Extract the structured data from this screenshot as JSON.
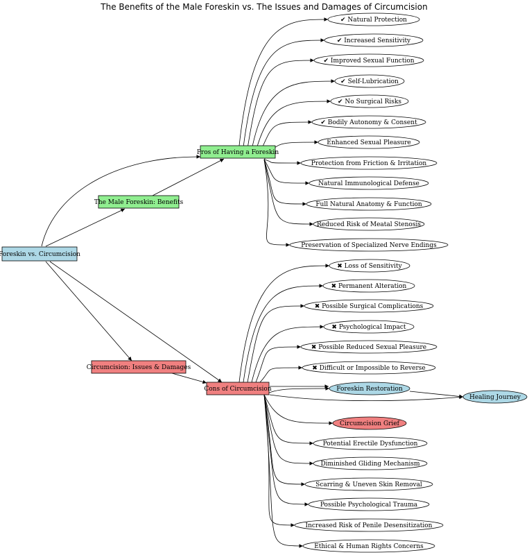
{
  "title": "The Benefits of the Male Foreskin vs. The Issues and Damages of Circumcision",
  "colors": {
    "root": "#add8e6",
    "benefits": "#90ee90",
    "issues": "#f08080",
    "restoration": "#add8e6",
    "grief": "#f08080",
    "plain": "#ffffff",
    "stroke": "#000000"
  },
  "nodes": {
    "root": "Foreskin vs. Circumcision",
    "benefits": "The Male Foreskin: Benefits",
    "pros": "Pros of Having a Foreskin",
    "issues": "Circumcision: Issues & Damages",
    "cons": "Cons of Circumcision",
    "pro_items": [
      "✔ Natural Protection",
      "✔ Increased Sensitivity",
      "✔ Improved Sexual Function",
      "✔ Self-Lubrication",
      "✔ No Surgical Risks",
      "✔ Bodily Autonomy & Consent",
      "Enhanced Sexual Pleasure",
      "Protection from Friction & Irritation",
      "Natural Immunological Defense",
      "Full Natural Anatomy & Function",
      "Reduced Risk of Meatal Stenosis",
      "Preservation of Specialized Nerve Endings"
    ],
    "con_items": [
      "✖ Loss of Sensitivity",
      "✖ Permanent Alteration",
      "✖ Possible Surgical Complications",
      "✖ Psychological Impact",
      "✖ Possible Reduced Sexual Pleasure",
      "✖ Difficult or Impossible to Reverse",
      "Foreskin Restoration",
      "Circumcision Grief",
      "Potential Erectile Dysfunction",
      "Diminished Gliding Mechanism",
      "Scarring & Uneven Skin Removal",
      "Possible Psychological Trauma",
      "Increased Risk of Penile Desensitization",
      "Ethical & Human Rights Concerns"
    ],
    "healing": "Healing Journey"
  }
}
